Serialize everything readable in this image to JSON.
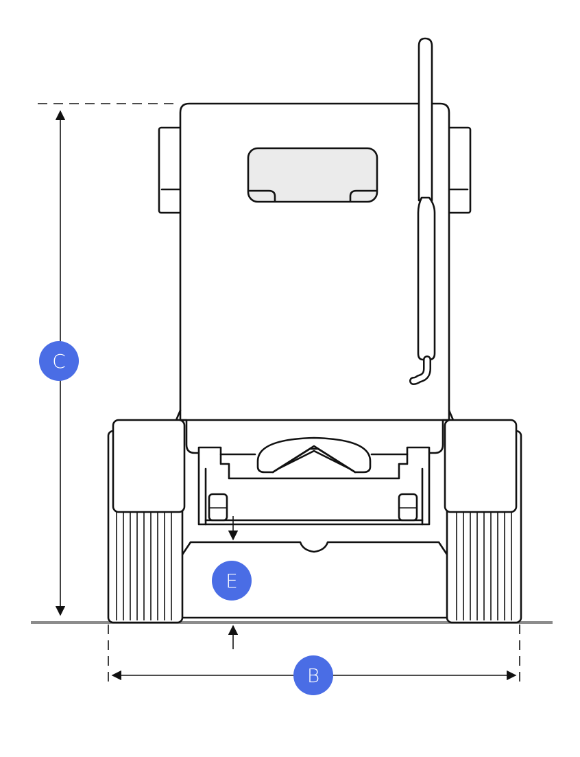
{
  "markers": {
    "c": {
      "label": "C",
      "color": "#4a6de5"
    },
    "e": {
      "label": "E",
      "color": "#4a6de5"
    },
    "b": {
      "label": "B",
      "color": "#4a6de5"
    }
  },
  "ground_color": "#8c8c8c"
}
